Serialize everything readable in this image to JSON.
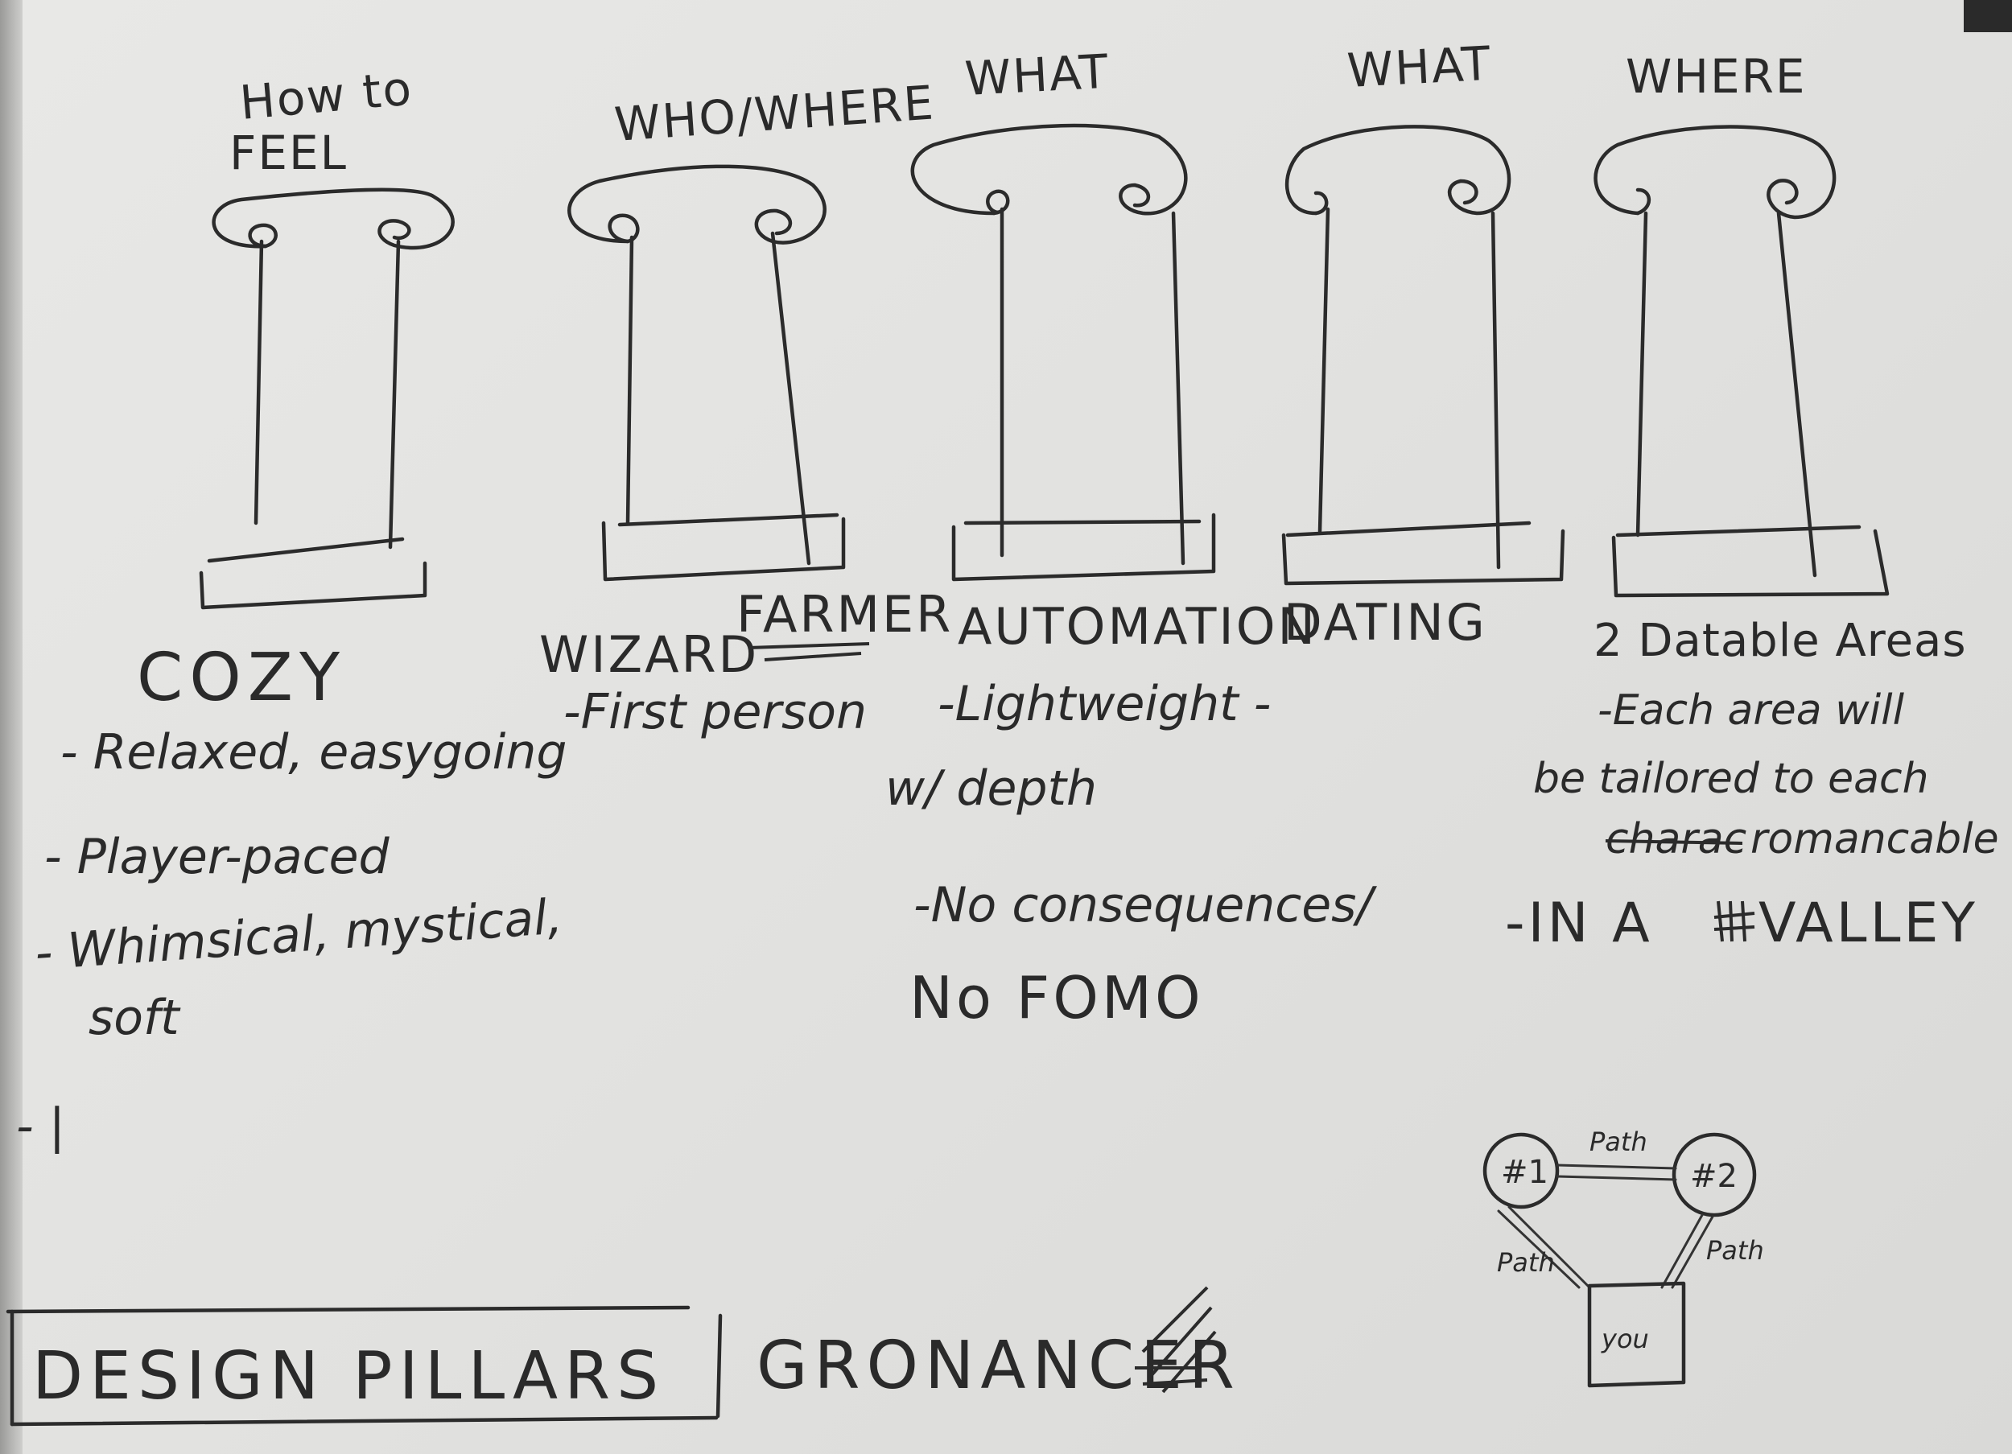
{
  "pillars": [
    {
      "heading_line1": "How to",
      "heading_line2": "FEEL",
      "title": "COZY",
      "notes": [
        "- Relaxed, easygoing",
        "- Player-paced",
        "- Whimsical, mystical,",
        "soft",
        "- |"
      ]
    },
    {
      "heading": "WHO/WHERE",
      "title_a": "WIZARD",
      "title_b": "FARMER",
      "notes": [
        "-First person"
      ]
    },
    {
      "heading": "WHAT",
      "title": "AUTOMATION",
      "notes": [
        "-Lightweight -",
        "w/ depth",
        "-No consequences/",
        "No FOMO"
      ]
    },
    {
      "heading": "WHAT",
      "title": "DATING",
      "notes": []
    },
    {
      "heading": "WHERE",
      "title": "2 Datable Areas",
      "notes": [
        "-Each area will",
        "be tailored to each",
        "charac",
        "romancable",
        "-IN A",
        "VALLEY"
      ]
    }
  ],
  "footer": {
    "label": "DESIGN PILLARS",
    "game_name": "GRONANCER"
  },
  "map": {
    "node1": "#1",
    "node2": "#2",
    "you": "you",
    "path_top": "Path",
    "path_left": "Path",
    "path_right": "Path"
  },
  "colors": {
    "paper": "#e4e4e2",
    "ink": "#2b2b2b"
  }
}
